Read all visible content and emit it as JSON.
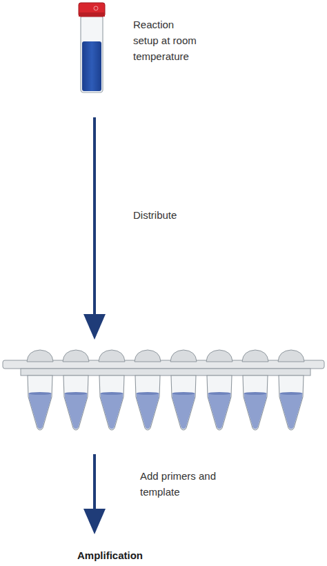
{
  "diagram": {
    "labels": [
      "Reaction setup at room temperature",
      "Distribute",
      "Add primers and template",
      "Amplification"
    ]
  }
}
